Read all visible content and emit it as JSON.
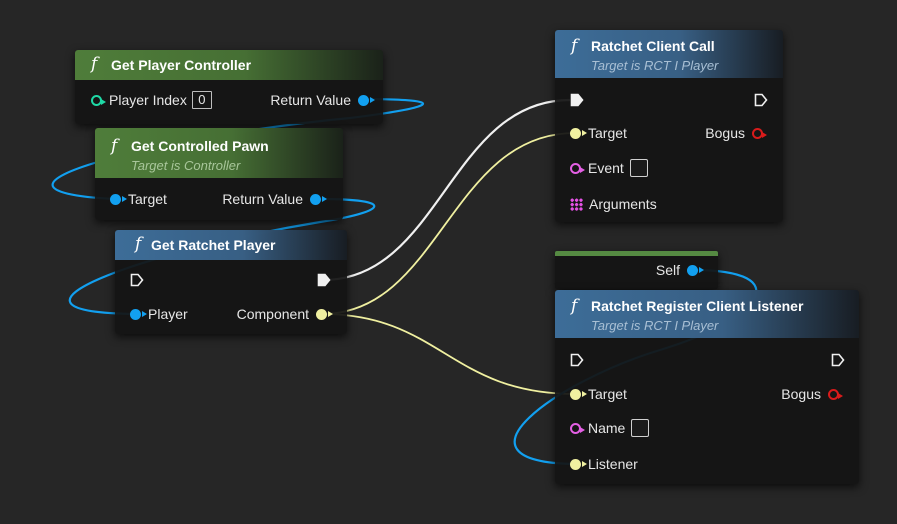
{
  "colors": {
    "background": "#262626",
    "exec_wire": "#f0f0f0",
    "object_pin": "#12a0f0",
    "struct_pin": "#f0f0a0",
    "int_pin": "#1fd9a6",
    "name_pin": "#e45fe4",
    "bogus_pin": "#d91b1b",
    "pure_header": "#4f7d3a",
    "impure_header": "#3d6d98"
  },
  "nodes": {
    "get_player_controller": {
      "title": "Get Player Controller",
      "func_icon": "f",
      "player_index_label": "Player Index",
      "player_index_value": "0",
      "return_label": "Return Value"
    },
    "get_controlled_pawn": {
      "title": "Get Controlled Pawn",
      "func_icon": "f",
      "subtitle": "Target is Controller",
      "target_label": "Target",
      "return_label": "Return Value"
    },
    "get_ratchet_player": {
      "title": "Get Ratchet Player",
      "func_icon": "f",
      "player_label": "Player",
      "component_label": "Component"
    },
    "ratchet_client_call": {
      "title": "Ratchet Client Call",
      "func_icon": "f",
      "subtitle": "Target is RCT I Player",
      "target_label": "Target",
      "bogus_label": "Bogus",
      "event_label": "Event",
      "arguments_label": "Arguments"
    },
    "self_node": {
      "self_label": "Self"
    },
    "ratchet_register": {
      "title": "Ratchet Register Client Listener",
      "func_icon": "f",
      "subtitle": "Target is RCT I Player",
      "target_label": "Target",
      "bogus_label": "Bogus",
      "name_label": "Name",
      "listener_label": "Listener"
    }
  }
}
